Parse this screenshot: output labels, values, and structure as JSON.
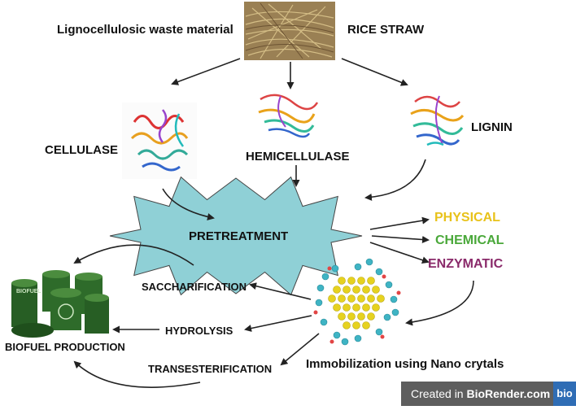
{
  "labels": {
    "lignocellulosic": "Lignocellulosic waste material",
    "rice_straw": "RICE STRAW",
    "cellulase": "CELLULASE",
    "hemicellulase": "HEMICELLULASE",
    "lignin": "LIGNIN",
    "pretreatment": "PRETREATMENT",
    "physical": "PHYSICAL",
    "chemical": "CHEMICAL",
    "enzymatic": "ENZYMATIC",
    "saccharification": "SACCHARIFICATION",
    "hydrolysis": "HYDROLYSIS",
    "transesterification": "TRANSESTERIFICATION",
    "biofuel_production": "BIOFUEL PRODUCTION",
    "immobilization": "Immobilization using Nano crytals",
    "barrel_text": "BIOFUEL"
  },
  "watermark": {
    "prefix": "Created in ",
    "brand": "BioRender.com",
    "badge": "bio"
  },
  "colors": {
    "physical": "#e8c21a",
    "chemical": "#4aa83a",
    "enzymatic": "#8a2a6a",
    "starburst": "#8fd0d6",
    "barrel": "#2e6b2a",
    "nano_gold": "#e6d21f",
    "nano_cyan": "#3fb4c4"
  }
}
